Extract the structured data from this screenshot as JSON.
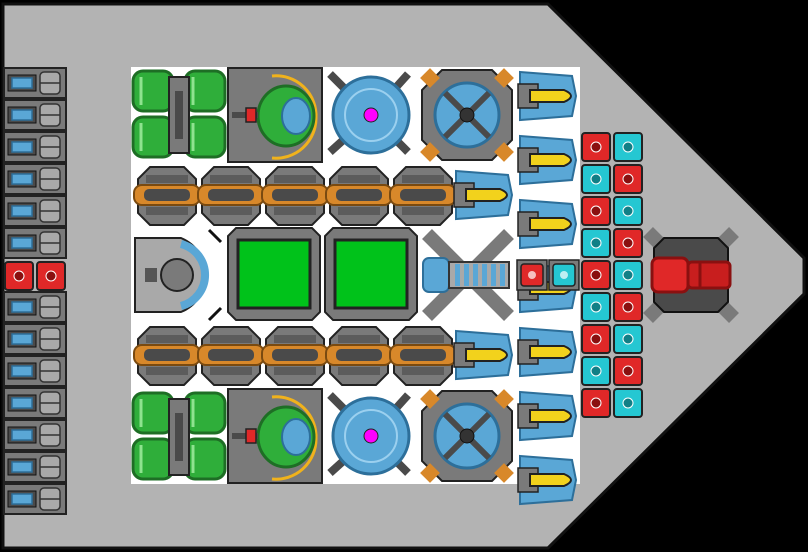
{
  "scene": {
    "title": "",
    "background_color": "#000000",
    "hull_color": "#b3b3b3",
    "deck_color": "#ffffff",
    "hull_outline_color": "#111111"
  },
  "palette": {
    "metal_dark": "#4a4a4a",
    "metal_mid": "#7a7a7a",
    "metal_light": "#a9a9a9",
    "green": "#2fae3a",
    "green_dark": "#1e6e25",
    "blue": "#5aa7d6",
    "blue_dark": "#2d6f9a",
    "orange": "#d8882a",
    "yellow": "#f2d21c",
    "red": "#e02828",
    "red_dark": "#8a1010",
    "cyan": "#25c7d2",
    "magenta": "#ff00ff",
    "screen_green": "#00c21a"
  },
  "blocks": {
    "left_column_thrusters": {
      "count": 12,
      "icon": "thruster-icon"
    },
    "left_column_red_pair": {
      "count": 2,
      "icon": "red-armor-block-icon"
    },
    "engine_banks": {
      "count": 2,
      "icon": "green-engine-icon"
    },
    "cockpits": {
      "count": 2,
      "icon": "green-cockpit-icon"
    },
    "reactors": {
      "count": 2,
      "icon": "magenta-core-icon"
    },
    "gyroscopes": {
      "count": 2,
      "icon": "orange-gyro-icon"
    },
    "cannon_rows": {
      "count": 2,
      "per_row": 5,
      "icon": "orange-cannon-icon"
    },
    "missile_pods": {
      "count": 7,
      "icon": "yellow-missile-pod-icon"
    },
    "row_missiles": {
      "count": 2,
      "icon": "yellow-missile-pod-icon"
    },
    "shield_generator": {
      "icon": "shield-generator-icon"
    },
    "screens": {
      "count": 2,
      "icon": "green-screen-icon"
    },
    "laser_turret": {
      "icon": "laser-turret-icon"
    },
    "checker_grid": {
      "cols": 2,
      "rows": 9,
      "icon": "checker-block-icon"
    },
    "mid_pair": {
      "count": 2,
      "icon": "connector-block-icon"
    },
    "heavy_turret": {
      "icon": "red-heavy-turret-icon"
    }
  }
}
